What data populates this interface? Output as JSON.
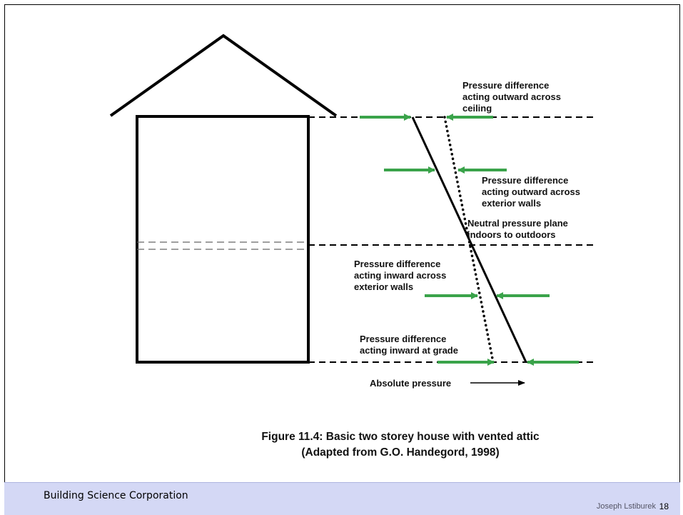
{
  "labels": {
    "ceiling": [
      "Pressure difference",
      "acting outward across",
      "ceiling"
    ],
    "exterior_walls_out": [
      "Pressure difference",
      "acting outward across",
      "exterior walls"
    ],
    "neutral_plane": [
      "Neutral pressure plane",
      "indoors to outdoors"
    ],
    "exterior_walls_in": [
      "Pressure difference",
      "acting inward across",
      "exterior walls"
    ],
    "grade": [
      "Pressure difference",
      "acting inward at grade"
    ],
    "absolute_pressure": "Absolute pressure"
  },
  "caption": {
    "line1": "Figure 11.4: Basic two storey house with vented attic",
    "line2": "(Adapted from G.O. Handegord, 1998)"
  },
  "footer": {
    "organization": "Building Science Corporation",
    "author": "Joseph Lstiburek",
    "page_number": "18"
  },
  "colors": {
    "arrow": "#3aa34a",
    "footer_bg": "#d4d8f5"
  }
}
